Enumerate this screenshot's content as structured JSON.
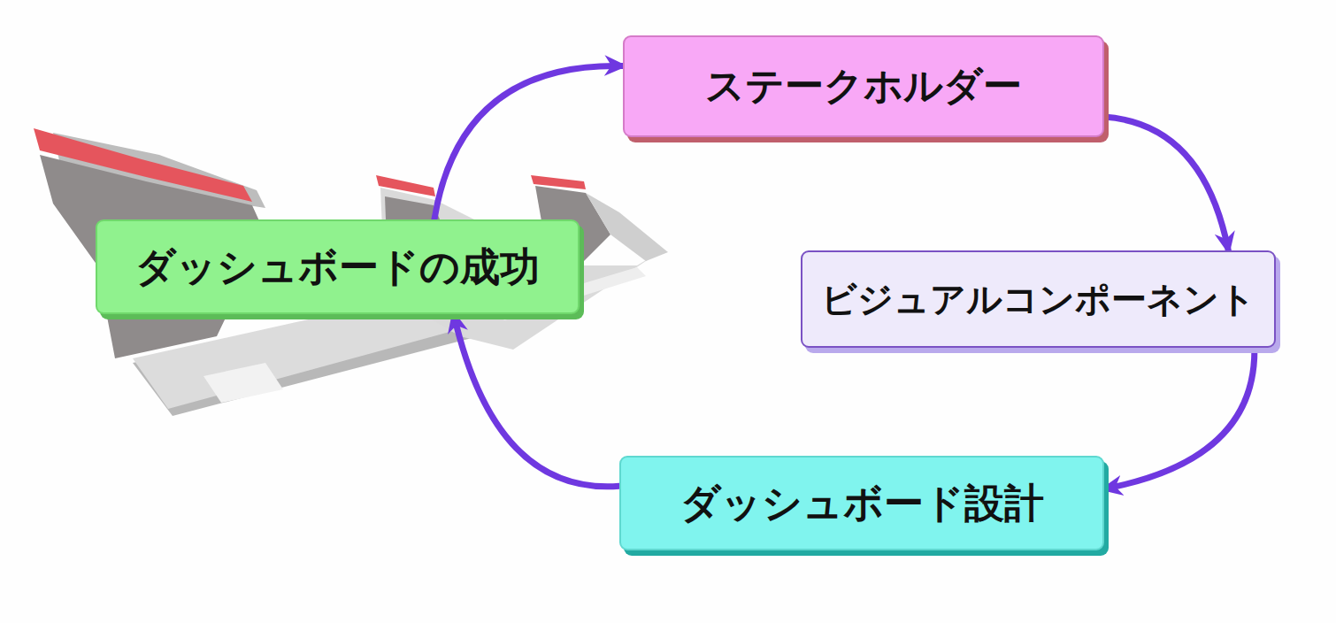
{
  "diagram": {
    "nodes": [
      {
        "text": [
          "ステークホルダー"
        ]
      },
      {
        "text": [
          "ビジュアルコンポーネント"
        ]
      },
      {
        "text": [
          "ダッシュボード設計"
        ]
      },
      {
        "text": [
          "ダッシュボードの成功"
        ]
      }
    ],
    "edges": [
      {
        "from": 3,
        "to": 0,
        "arrow": "to"
      },
      {
        "from": 0,
        "to": 1,
        "arrow": "to"
      },
      {
        "from": 1,
        "to": 2,
        "arrow": "to"
      },
      {
        "from": 2,
        "to": 3,
        "arrow": "to"
      }
    ]
  }
}
